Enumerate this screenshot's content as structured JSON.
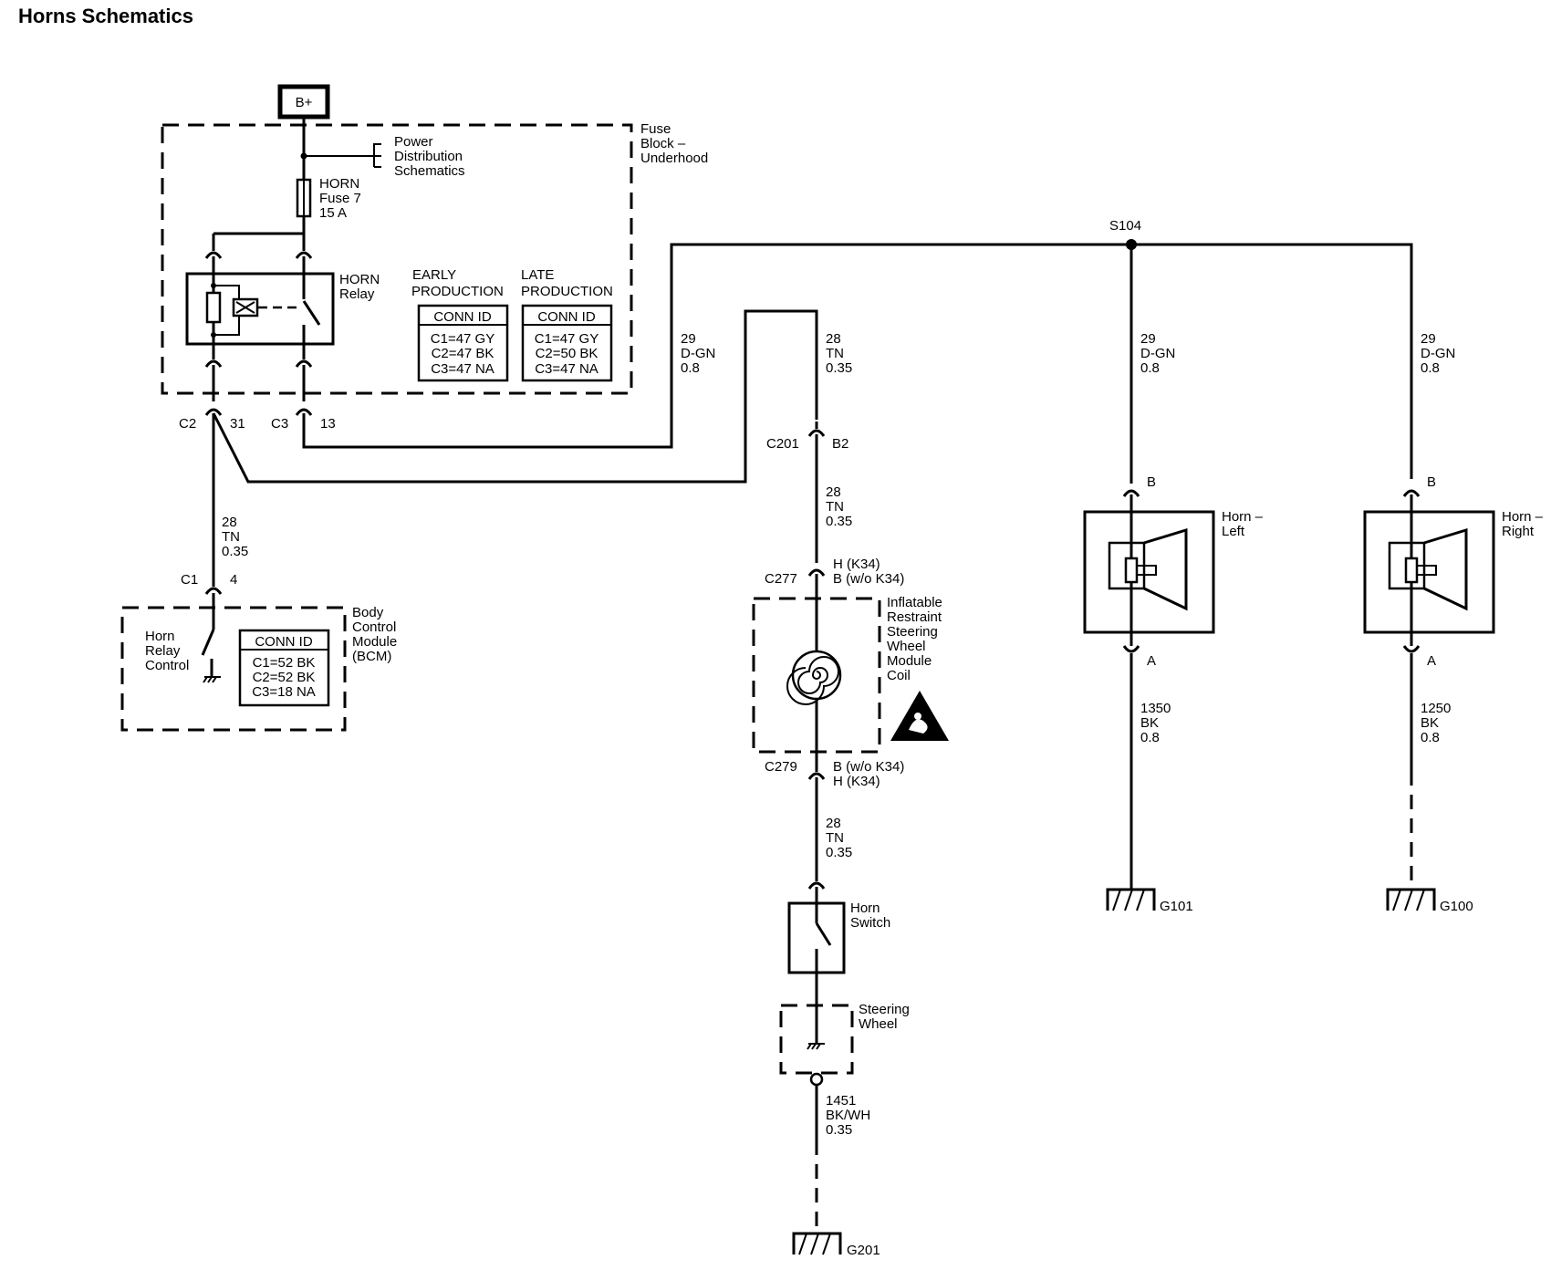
{
  "title": "Horns Schematics",
  "power": {
    "label": "B+"
  },
  "fuse_block": {
    "label": [
      "Fuse",
      "Block –",
      "Underhood"
    ],
    "power_dist_ref": [
      "Power",
      "Distribution",
      "Schematics"
    ],
    "fuse": [
      "HORN",
      "Fuse 7",
      "15 A"
    ],
    "relay": [
      "HORN",
      "Relay"
    ],
    "early": {
      "heading": [
        "EARLY",
        "PRODUCTION"
      ],
      "conn_header": "CONN ID",
      "rows": [
        "C1=47 GY",
        "C2=47 BK",
        "C3=47 NA"
      ]
    },
    "late": {
      "heading": [
        "LATE",
        "PRODUCTION"
      ],
      "conn_header": "CONN ID",
      "rows": [
        "C1=47 GY",
        "C2=50 BK",
        "C3=47 NA"
      ]
    },
    "c2": "C2",
    "c2_pin": "31",
    "c3": "C3",
    "c3_pin": "13"
  },
  "bcm": {
    "label": [
      "Body",
      "Control",
      "Module",
      "(BCM)"
    ],
    "control": [
      "Horn",
      "Relay",
      "Control"
    ],
    "conn_header": "CONN ID",
    "rows": [
      "C1=52 BK",
      "C2=52 BK",
      "C3=18 NA"
    ],
    "c1": "C1",
    "c1_pin": "4"
  },
  "wires": {
    "relay_to_bcm": [
      "28",
      "TN",
      "0.35"
    ],
    "feed": [
      "29",
      "D-GN",
      "0.8"
    ],
    "to_c201": [
      "28",
      "TN",
      "0.35"
    ],
    "c201_to_c277": [
      "28",
      "TN",
      "0.35"
    ],
    "c279_to_switch": [
      "28",
      "TN",
      "0.35"
    ],
    "left_feed": [
      "29",
      "D-GN",
      "0.8"
    ],
    "right_feed": [
      "29",
      "D-GN",
      "0.8"
    ],
    "left_ground": [
      "1350",
      "BK",
      "0.8"
    ],
    "right_ground": [
      "1250",
      "BK",
      "0.8"
    ],
    "switch_ground": [
      "1451",
      "BK/WH",
      "0.35"
    ]
  },
  "splice": "S104",
  "c201": {
    "name": "C201",
    "pin": "B2"
  },
  "c277": {
    "name": "C277",
    "pins": [
      "H (K34)",
      "B (w/o K34)"
    ]
  },
  "c279": {
    "name": "C279",
    "pins": [
      "B (w/o K34)",
      "H (K34)"
    ]
  },
  "coil": [
    "Inflatable",
    "Restraint",
    "Steering",
    "Wheel",
    "Module",
    "Coil"
  ],
  "horn_switch": [
    "Horn",
    "Switch"
  ],
  "steering_wheel": [
    "Steering",
    "Wheel"
  ],
  "horn_left": {
    "label": [
      "Horn –",
      "Left"
    ],
    "pin_b": "B",
    "pin_a": "A"
  },
  "horn_right": {
    "label": [
      "Horn –",
      "Right"
    ],
    "pin_b": "B",
    "pin_a": "A"
  },
  "grounds": {
    "g101": "G101",
    "g100": "G100",
    "g201": "G201"
  }
}
